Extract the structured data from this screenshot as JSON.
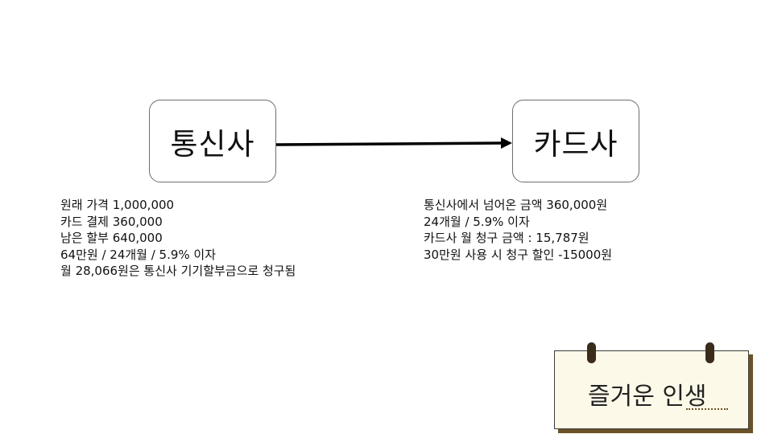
{
  "diagram": {
    "left_node": {
      "label": "통신사"
    },
    "right_node": {
      "label": "카드사"
    },
    "left_notes": [
      "원래 가격 1,000,000",
      "카드 결제 360,000",
      "남은 할부 640,000",
      "64만원 / 24개월 / 5.9% 이자",
      "월 28,066원은 통신사 기기할부금으로 청구됨"
    ],
    "right_notes": [
      "통신사에서 넘어온 금액 360,000원",
      "24개월 / 5.9% 이자",
      "카드사 월 청구 금액 : 15,787원",
      "30만원 사용 시 청구 할인 -15000원"
    ]
  },
  "sign": {
    "text": "즐거운 인생"
  },
  "colors": {
    "arrow": "#000000",
    "box_border": "#6e6e6e",
    "sign_background": "#fdf9e8",
    "sign_shadow": "#6b5227",
    "pin": "#3a2b1a"
  }
}
